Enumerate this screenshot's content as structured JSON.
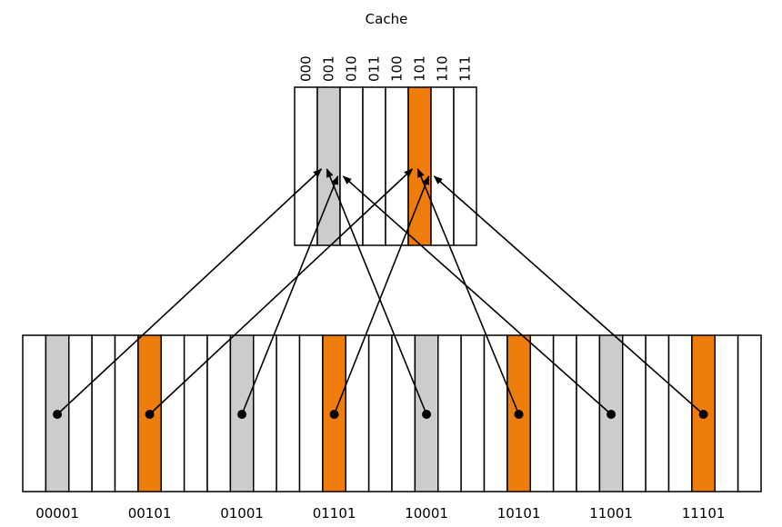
{
  "cache": {
    "title": "Cache",
    "slot_indices": [
      "000",
      "001",
      "010",
      "011",
      "100",
      "101",
      "110",
      "111"
    ],
    "highlighted_slots": [
      {
        "slot": 1,
        "color": "#cccccc"
      },
      {
        "slot": 5,
        "color": "#ef7d0c"
      }
    ]
  },
  "memory": {
    "block_count": 32,
    "highlighted_blocks": [
      {
        "block": 1,
        "color": "#cccccc"
      },
      {
        "block": 5,
        "color": "#ef7d0c"
      },
      {
        "block": 9,
        "color": "#cccccc"
      },
      {
        "block": 13,
        "color": "#ef7d0c"
      },
      {
        "block": 17,
        "color": "#cccccc"
      },
      {
        "block": 21,
        "color": "#ef7d0c"
      },
      {
        "block": 25,
        "color": "#cccccc"
      },
      {
        "block": 29,
        "color": "#ef7d0c"
      }
    ],
    "address_labels": [
      "00001",
      "00101",
      "01001",
      "01101",
      "10001",
      "10101",
      "11001",
      "11101"
    ]
  },
  "mappings": [
    {
      "from_block": 1,
      "to_slot": 1
    },
    {
      "from_block": 5,
      "to_slot": 5
    },
    {
      "from_block": 9,
      "to_slot": 1
    },
    {
      "from_block": 13,
      "to_slot": 5
    },
    {
      "from_block": 17,
      "to_slot": 1
    },
    {
      "from_block": 21,
      "to_slot": 5
    },
    {
      "from_block": 25,
      "to_slot": 1
    },
    {
      "from_block": 29,
      "to_slot": 5
    }
  ],
  "colors": {
    "line": "#000000",
    "empty_cell": "#ffffff"
  }
}
